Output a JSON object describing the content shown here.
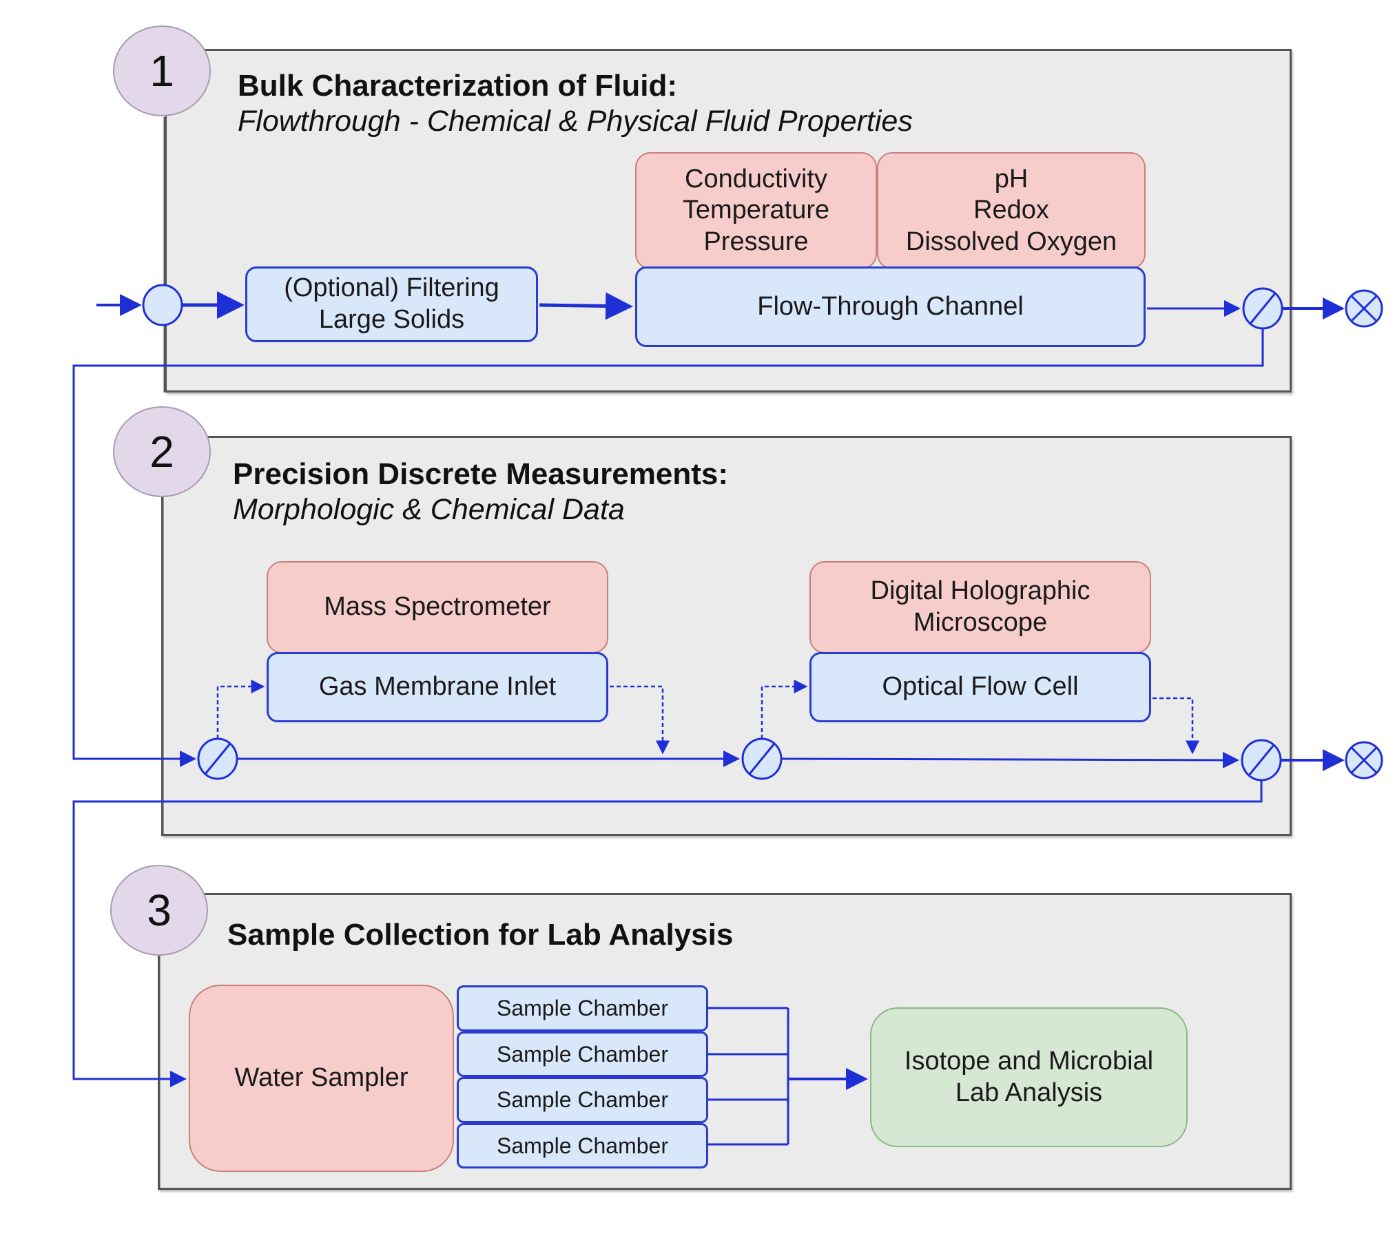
{
  "colors": {
    "flow_line": "#1f2fd6",
    "sensor_box": "#f6cdcb",
    "channel_box": "#d9e7fb",
    "lab_box": "#d6e8d3",
    "step_badge": "#e3d8ea",
    "panel_bg": "#ebebeb"
  },
  "stages": [
    {
      "number": "1",
      "title": "Bulk Characterization of Fluid:",
      "subtitle": "Flowthrough - Chemical & Physical Fluid Properties",
      "filter": "(Optional) Filtering\nLarge Solids",
      "sensors_a": "Conductivity\nTemperature\nPressure",
      "sensors_b": "pH\nRedox\nDissolved Oxygen",
      "channel": "Flow-Through Channel"
    },
    {
      "number": "2",
      "title": "Precision Discrete Measurements:",
      "subtitle": "Morphologic & Chemical Data",
      "instrument_a": "Mass Spectrometer",
      "inlet_a": "Gas Membrane Inlet",
      "instrument_b": "Digital Holographic\nMicroscope",
      "inlet_b": "Optical Flow Cell"
    },
    {
      "number": "3",
      "title": "Sample Collection for Lab Analysis",
      "sampler": "Water Sampler",
      "chambers": [
        "Sample Chamber",
        "Sample Chamber",
        "Sample Chamber",
        "Sample Chamber"
      ],
      "lab": "Isotope and Microbial\nLab Analysis"
    }
  ],
  "symbols": {
    "junction": "junction-node",
    "valve": "valve",
    "sink": "outlet-sink"
  }
}
